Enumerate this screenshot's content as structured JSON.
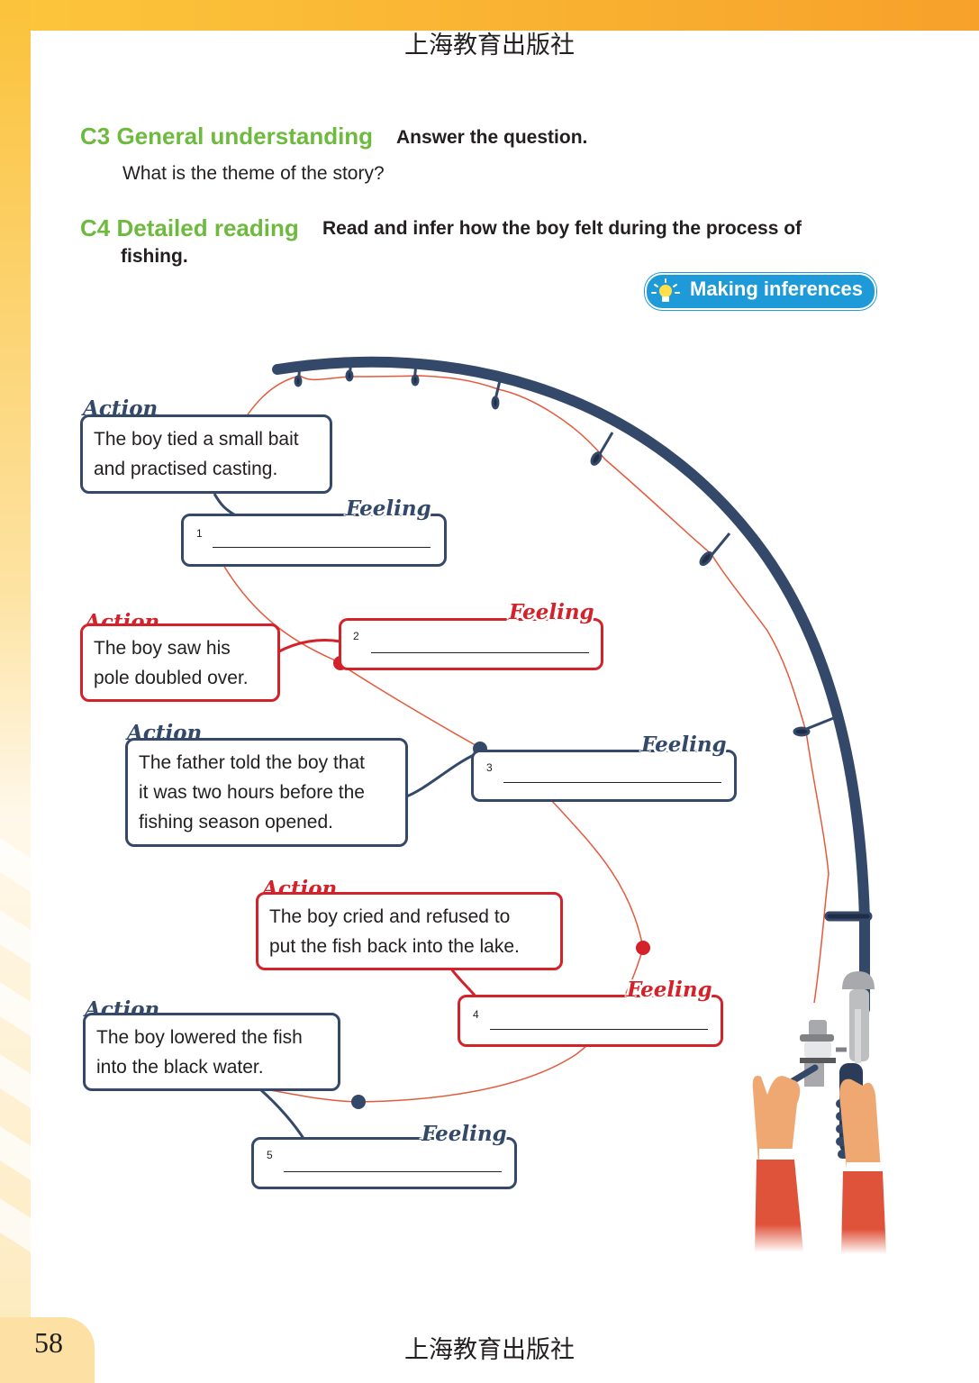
{
  "header": {
    "publisher_top": "上海教育出版社",
    "publisher_bottom": "上海教育出版社"
  },
  "page_number": "58",
  "c3": {
    "label": "C3  General understanding",
    "instruction": "Answer the question.",
    "question": "What is the theme of the story?"
  },
  "c4": {
    "label": "C4  Detailed reading",
    "instruction_line1": "Read and infer how the boy felt during the process of",
    "instruction_line2": "fishing."
  },
  "tip": {
    "label": "Making inferences",
    "icon": "lightbulb-icon"
  },
  "tags": {
    "action": "Action",
    "feeling": "Feeling"
  },
  "actions": [
    {
      "lines": [
        "The boy tied a small bait",
        "and practised casting."
      ]
    },
    {
      "lines": [
        "The boy saw his",
        "pole doubled over."
      ]
    },
    {
      "lines": [
        "The father told the boy that",
        "it was two hours before the",
        "fishing season opened."
      ]
    },
    {
      "lines": [
        "The boy cried and refused to",
        "put the fish back into the lake."
      ]
    },
    {
      "lines": [
        "The boy lowered the fish",
        "into the black water."
      ]
    }
  ],
  "feelings": [
    {
      "number": "1"
    },
    {
      "number": "2"
    },
    {
      "number": "3"
    },
    {
      "number": "4"
    },
    {
      "number": "5"
    }
  ],
  "colors": {
    "green": "#6dba3e",
    "navy": "#34496a",
    "red": "#d3222a",
    "blue": "#1f9ad8",
    "orange": "#f7a12a",
    "yellow": "#fbc43a"
  }
}
